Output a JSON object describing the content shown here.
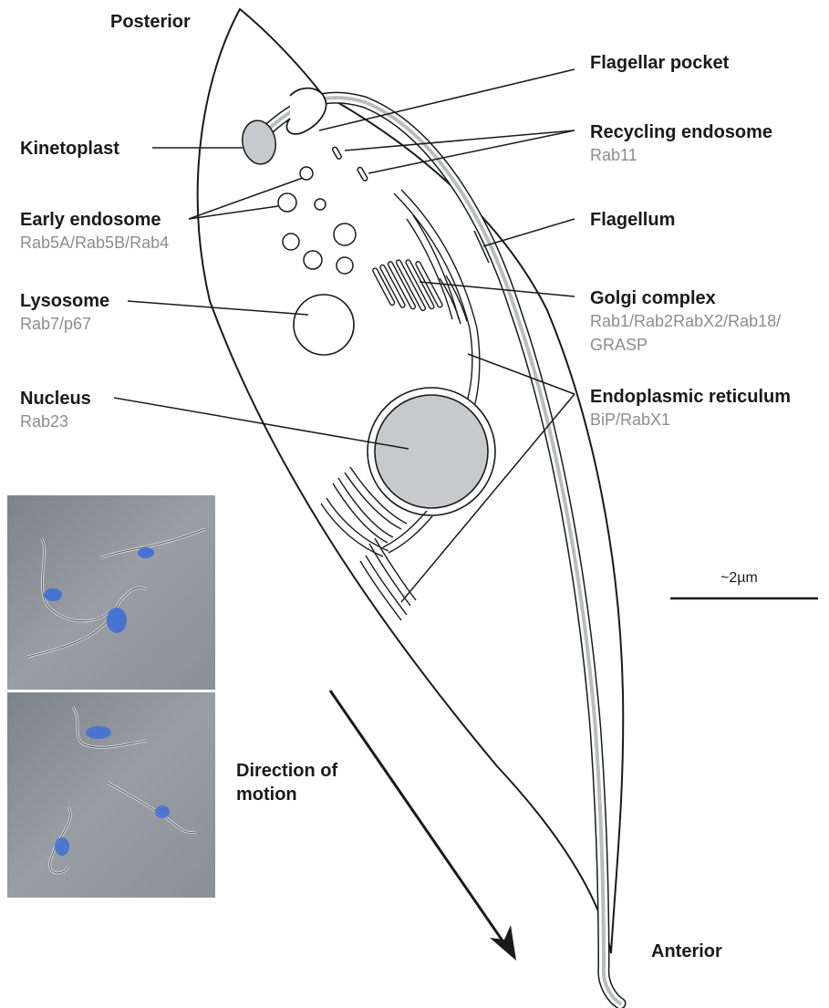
{
  "labels": {
    "posterior": "Posterior",
    "anterior": "Anterior",
    "flagellar_pocket": "Flagellar pocket",
    "recycling_endosome": "Recycling endosome",
    "recycling_endosome_rabs": "Rab11",
    "flagellum": "Flagellum",
    "golgi_complex": "Golgi complex",
    "golgi_rabs_line1": "Rab1/Rab2RabX2/Rab18/",
    "golgi_rabs_line2": "GRASP",
    "endoplasmic_reticulum": "Endoplasmic reticulum",
    "er_markers": "BiP/RabX1",
    "kinetoplast": "Kinetoplast",
    "early_endosome": "Early endosome",
    "early_endosome_rabs": "Rab5A/Rab5B/Rab4",
    "lysosome": "Lysosome",
    "lysosome_rabs": "Rab7/p67",
    "nucleus": "Nucleus",
    "nucleus_rabs": "Rab23",
    "direction_line1": "Direction of",
    "direction_line2": "motion",
    "scale": "~2µm"
  },
  "colors": {
    "organelle_fill": "#c8c9cc",
    "flagellum": "#b9bdc2",
    "outline": "#1a1a1a",
    "sublabel": "#8c8c8c",
    "photo_bg": "#8f9499",
    "nucleus_stain": "#3f6fd8"
  }
}
